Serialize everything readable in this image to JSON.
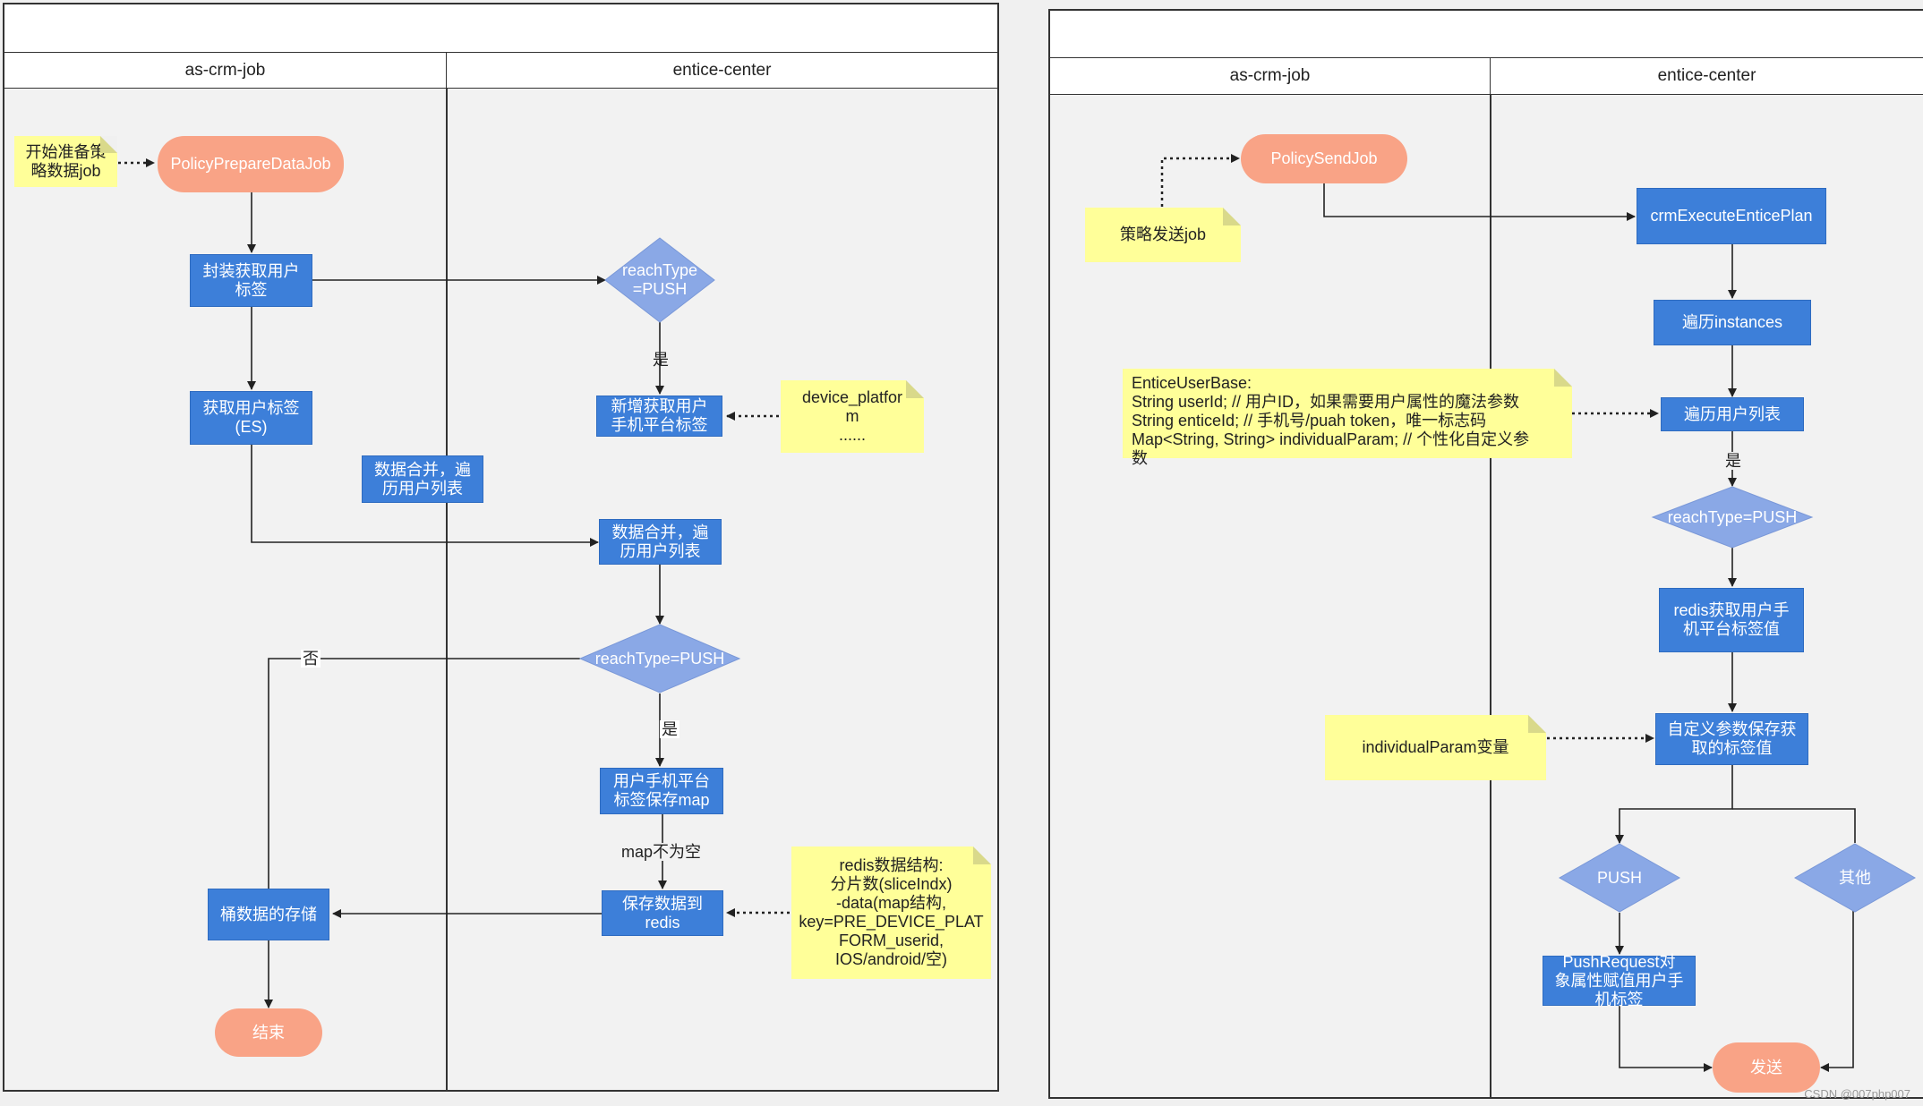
{
  "left": {
    "lanes": [
      "as-crm-job",
      "entice-center"
    ],
    "note_start": "开始准备策\n略数据job",
    "start": "PolicyPrepareDataJob",
    "n_wrap": "封装获取用户\n标签",
    "d_reach1": "reachType\n=PUSH",
    "yes1": "是",
    "n_newdevice": "新增获取用户\n手机平台标签",
    "note_device": "device_platfor\nm\n......",
    "n_getlabel": "获取用户标签\n(ES)",
    "n_merge_orphan": "数据合并，遍\n历用户列表",
    "n_merge": "数据合并，遍\n历用户列表",
    "d_reach2": "reachType=PUSH",
    "no": "否",
    "yes2": "是",
    "n_savemap": "用户手机平台\n标签保存map",
    "map_nonempty": "map不为空",
    "n_redis": "保存数据到\nredis",
    "note_redis": "redis数据结构:\n分片数(sliceIndx)\n-data(map结构,\nkey=PRE_DEVICE_PLAT\nFORM_userid,\nIOS/android/空)",
    "n_bucket": "桶数据的存储",
    "end": "结束"
  },
  "right": {
    "lanes": [
      "as-crm-job",
      "entice-center"
    ],
    "start": "PolicySendJob",
    "note_send": "策略发送job",
    "n_exec": "crmExecuteEnticePlan",
    "n_instances": "遍历instances",
    "note_base": "EnticeUserBase:\nString userId; // 用户ID，如果需要用户属性的魔法参数\nString enticeId; // 手机号/puah token，唯一标志码\nMap<String, String> individualParam; // 个性化自定义参\n数",
    "n_users": "遍历用户列表",
    "yes": "是",
    "d_reach": "reachType=PUSH",
    "n_redisget": "redis获取用户手\n机平台标签值",
    "note_param": "individualParam变量",
    "n_custom": "自定义参数保存获\n取的标签值",
    "d_push": "PUSH",
    "d_other": "其他",
    "n_pushreq": "PushRequest对\n象属性赋值用户手\n机标签",
    "end": "发送"
  },
  "watermark": "CSDN @007php007",
  "colors": {
    "process": "#3d7fd9",
    "decision": "#8aa8e6",
    "terminal": "#f9a386",
    "note": "#ffff99",
    "lane_bg": "#f2f2f2",
    "page_bg": "#f0f0f0"
  }
}
